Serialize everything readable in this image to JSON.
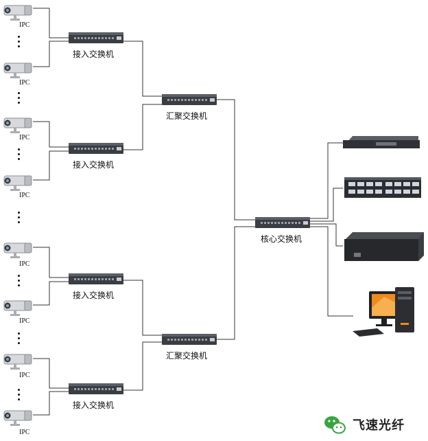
{
  "ipc_label": "IPC",
  "access_switch_label": "接入交换机",
  "aggregation_switch_label": "汇聚交换机",
  "core_switch_label": "核心交换机",
  "brand": {
    "text": "飞速光纤",
    "icon": "wechat-icon"
  },
  "colors": {
    "line": "#333333",
    "device_dark": "#2b2b2b",
    "monitor_accent": "#f08a1c",
    "logo_green": "#3aa540"
  }
}
